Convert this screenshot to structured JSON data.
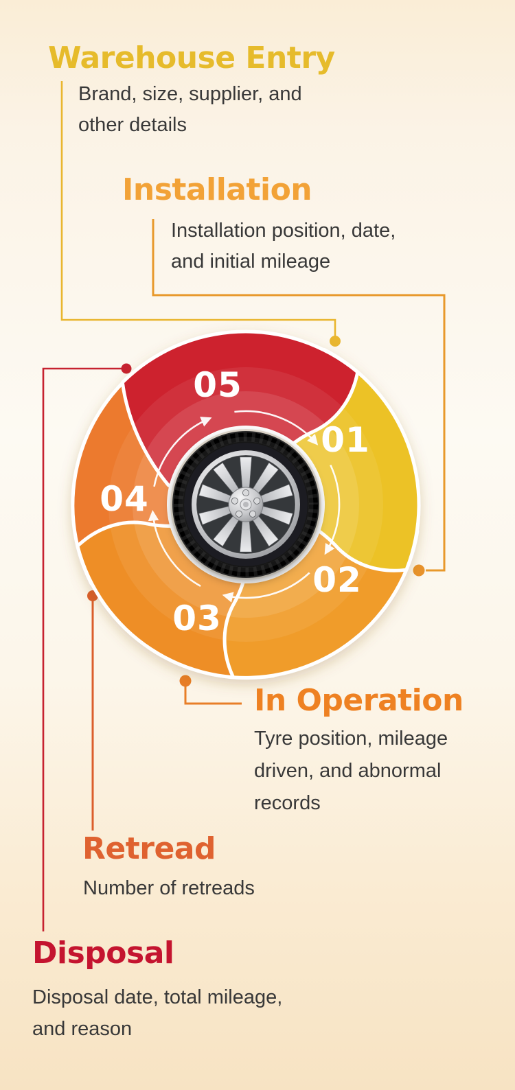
{
  "infographic": {
    "subject": "Tyre lifecycle management infographic",
    "center_graphic": "car-tyre-alloy-wheel",
    "background_color": "#FBF2E4"
  },
  "palette": {
    "stage01_yellow": "#ECC228",
    "stage02_orange": "#F09C2B",
    "stage03_orange": "#EE8E27",
    "stage04_deep_orange": "#EC7A2D",
    "stage05_red": "#CD202E",
    "body_text": "#383838",
    "arrow_white": "#FFFFFF"
  },
  "stages": [
    {
      "number": "01",
      "title": "Warehouse Entry",
      "desc_lines": [
        "Brand, size, supplier, and",
        "other details"
      ],
      "petal_color": "#ECC228",
      "title_color": "#E6BB2B"
    },
    {
      "number": "02",
      "title": "Installation",
      "desc_lines": [
        "Installation position, date,",
        "and initial mileage"
      ],
      "petal_color": "#F09C2B",
      "title_color": "#F2A237"
    },
    {
      "number": "03",
      "title": "In Operation",
      "desc_lines": [
        "Tyre position, mileage",
        "driven, and abnormal",
        "records"
      ],
      "petal_color": "#EE8E27",
      "title_color": "#EE8122"
    },
    {
      "number": "04",
      "title": "Retread",
      "desc_lines": [
        "Number of retreads"
      ],
      "petal_color": "#EC7A2D",
      "title_color": "#DF6230"
    },
    {
      "number": "05",
      "title": "Disposal",
      "desc_lines": [
        "Disposal date, total mileage,",
        "and reason"
      ],
      "petal_color": "#CD202E",
      "title_color": "#C4142F"
    }
  ]
}
